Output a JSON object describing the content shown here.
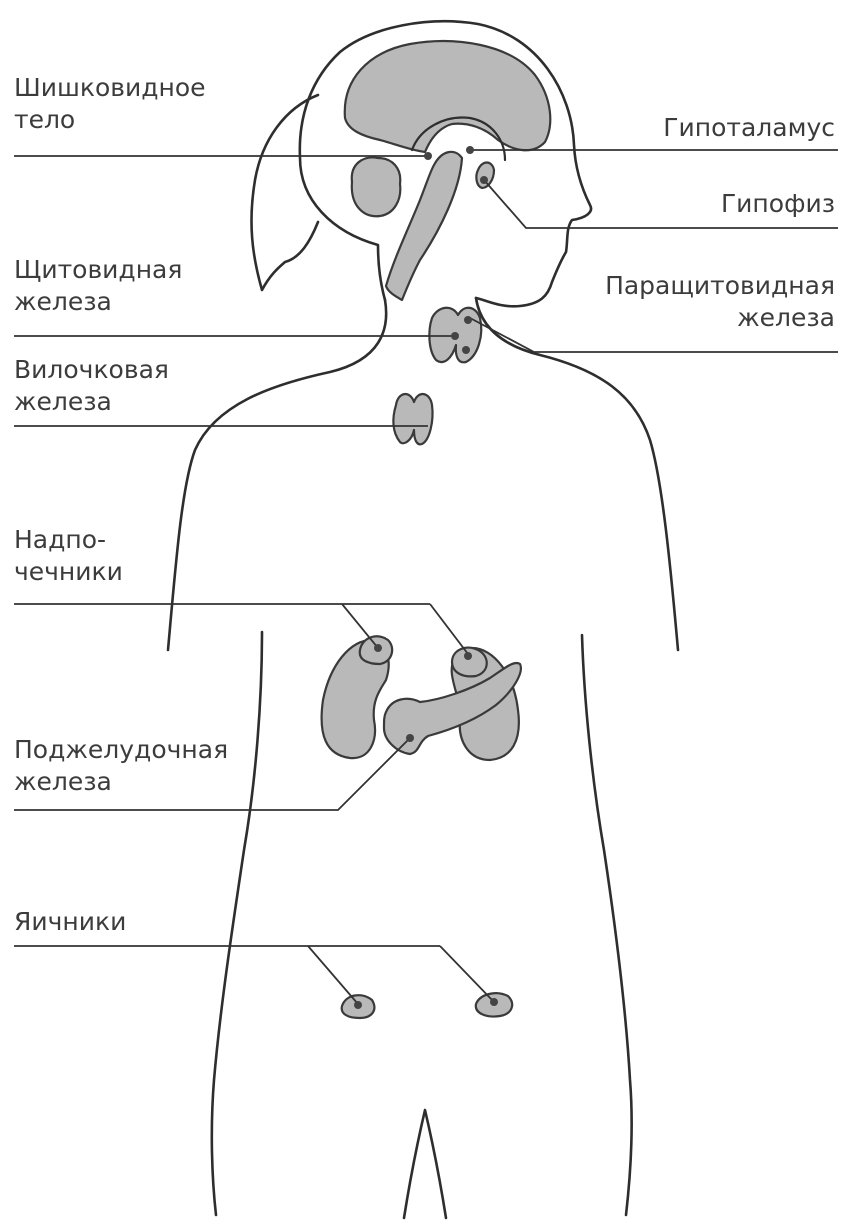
{
  "labels": {
    "pineal": [
      "Шишковидное",
      "тело"
    ],
    "hypothalamus": [
      "Гипоталамус"
    ],
    "pituitary": [
      "Гипофиз"
    ],
    "thyroid": [
      "Щитовидная",
      "железа"
    ],
    "parathyroid": [
      "Паращитовидная",
      "железа"
    ],
    "thymus": [
      "Вилочковая",
      "железа"
    ],
    "adrenals": [
      "Надпо-",
      "чечники"
    ],
    "pancreas": [
      "Поджелудочная",
      "железа"
    ],
    "ovaries": [
      "Яичники"
    ]
  },
  "colors": {
    "organ_fill": "#b9b9b9",
    "outline": "#2e2e2e",
    "text": "#3c3c3c"
  }
}
